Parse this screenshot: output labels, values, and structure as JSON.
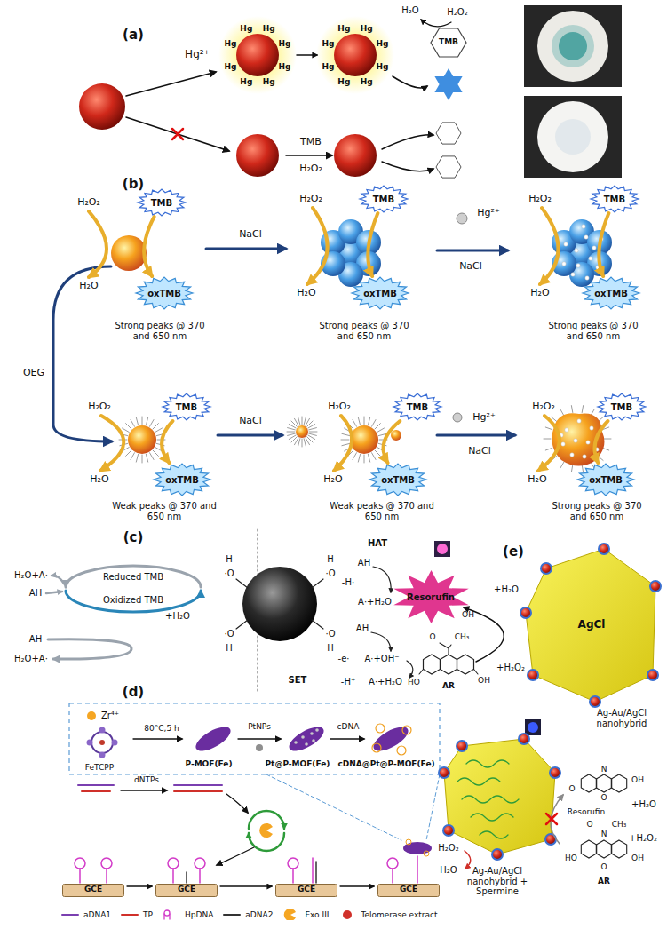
{
  "diagram": {
    "nodes": [
      {
        "text": [
          "TMB"
        ]
      },
      {
        "text": [
          "TMB"
        ]
      },
      {
        "text": [
          "oxTMB"
        ]
      },
      {
        "text": [
          "TMB"
        ]
      },
      {
        "text": [
          "oxTMB"
        ]
      },
      {
        "text": [
          "TMB"
        ]
      },
      {
        "text": [
          "oxTMB"
        ]
      },
      {
        "text": [
          "TMB"
        ]
      },
      {
        "text": [
          "oxTMB"
        ]
      },
      {
        "text": [
          "TMB"
        ]
      },
      {
        "text": [
          "oxTMB"
        ]
      },
      {
        "text": [
          "TMB"
        ]
      },
      {
        "text": [
          "oxTMB"
        ]
      },
      {
        "text": [
          "GCE"
        ]
      },
      {
        "text": [
          "GCE"
        ]
      },
      {
        "text": [
          "GCE"
        ]
      },
      {
        "text": [
          "GCE"
        ]
      },
      {
        "text": [
          "Resorufin"
        ]
      },
      {
        "text": [
          "AgCl"
        ]
      }
    ],
    "edges": [
      {
        "from": 1,
        "to": 2,
        "arrow": "to"
      },
      {
        "from": 3,
        "to": 4,
        "arrow": "to"
      },
      {
        "from": 5,
        "to": 6,
        "arrow": "to"
      },
      {
        "from": 7,
        "to": 8,
        "arrow": "to"
      },
      {
        "from": 9,
        "to": 10,
        "arrow": "to"
      },
      {
        "from": 11,
        "to": 12,
        "arrow": "to"
      }
    ],
    "labels": [
      "(a)",
      "Hg²⁺",
      "Hg",
      "Hg",
      "Hg",
      "Hg",
      "Hg",
      "Hg",
      "Hg",
      "Hg",
      "Hg",
      "Hg",
      "Hg",
      "Hg",
      "Hg",
      "Hg",
      "Hg",
      "Hg",
      "H₂O",
      "H₂O₂",
      "TMB",
      "H₂O₂",
      "(b)",
      "H₂O₂",
      "H₂O",
      "Strong peaks @ 370 and 650 nm",
      "NaCl",
      "H₂O₂",
      "H₂O",
      "Strong peaks @ 370 and 650 nm",
      "Hg²⁺",
      "NaCl",
      "H₂O₂",
      "H₂O",
      "Strong peaks @ 370 and 650 nm",
      "OEG",
      "H₂O₂",
      "H₂O",
      "Weak peaks @ 370 and 650 nm",
      "NaCl",
      "H₂O₂",
      "H₂O",
      "Weak peaks @ 370 and 650 nm",
      "Hg²⁺",
      "NaCl",
      "H₂O₂",
      "H₂O",
      "Strong peaks @ 370 and 650 nm",
      "(c)",
      "H₂O+A·",
      "AH",
      "Reduced TMB",
      "Oxidized TMB",
      "+H₂O",
      "AH",
      "H₂O+A·",
      "H",
      "·O",
      "·O",
      "H",
      "H",
      "·O",
      "HAT",
      "AH",
      "-H·",
      "A·+H₂O",
      "·O",
      "H",
      "AH",
      "-e·",
      "A·+OH⁻",
      "-H⁺",
      "A·+H₂O",
      "SET",
      "(d)",
      "Zr⁴⁺",
      "FeTCPP",
      "80°C,5 h",
      "PtNPs",
      "cDNA",
      "P-MOF(Fe)",
      "Pt@P-MOF(Fe)",
      "cDNA@Pt@P-MOF(Fe)",
      "dNTPs",
      "H₂O₂",
      "H₂O",
      "(e)",
      "OH",
      "O",
      "CH₃",
      "HO",
      "OH",
      "AR",
      "+H₂O",
      "+H₂O₂",
      "Ag-Au/AgCl nanohybrid",
      "O",
      "N",
      "O",
      "OH",
      "Resorufin",
      "+H₂O",
      "O",
      "CH₃",
      "N",
      "HO",
      "O",
      "OH",
      "AR",
      "+H₂O₂",
      "Ag-Au/AgCl nanohybrid + Spermine"
    ],
    "legend": [
      {
        "text": "aDNA1"
      },
      {
        "text": "TP"
      },
      {
        "text": "HpDNA"
      },
      {
        "text": "aDNA2"
      },
      {
        "text": "Exo III"
      },
      {
        "text": "Telomerase extract"
      }
    ]
  }
}
